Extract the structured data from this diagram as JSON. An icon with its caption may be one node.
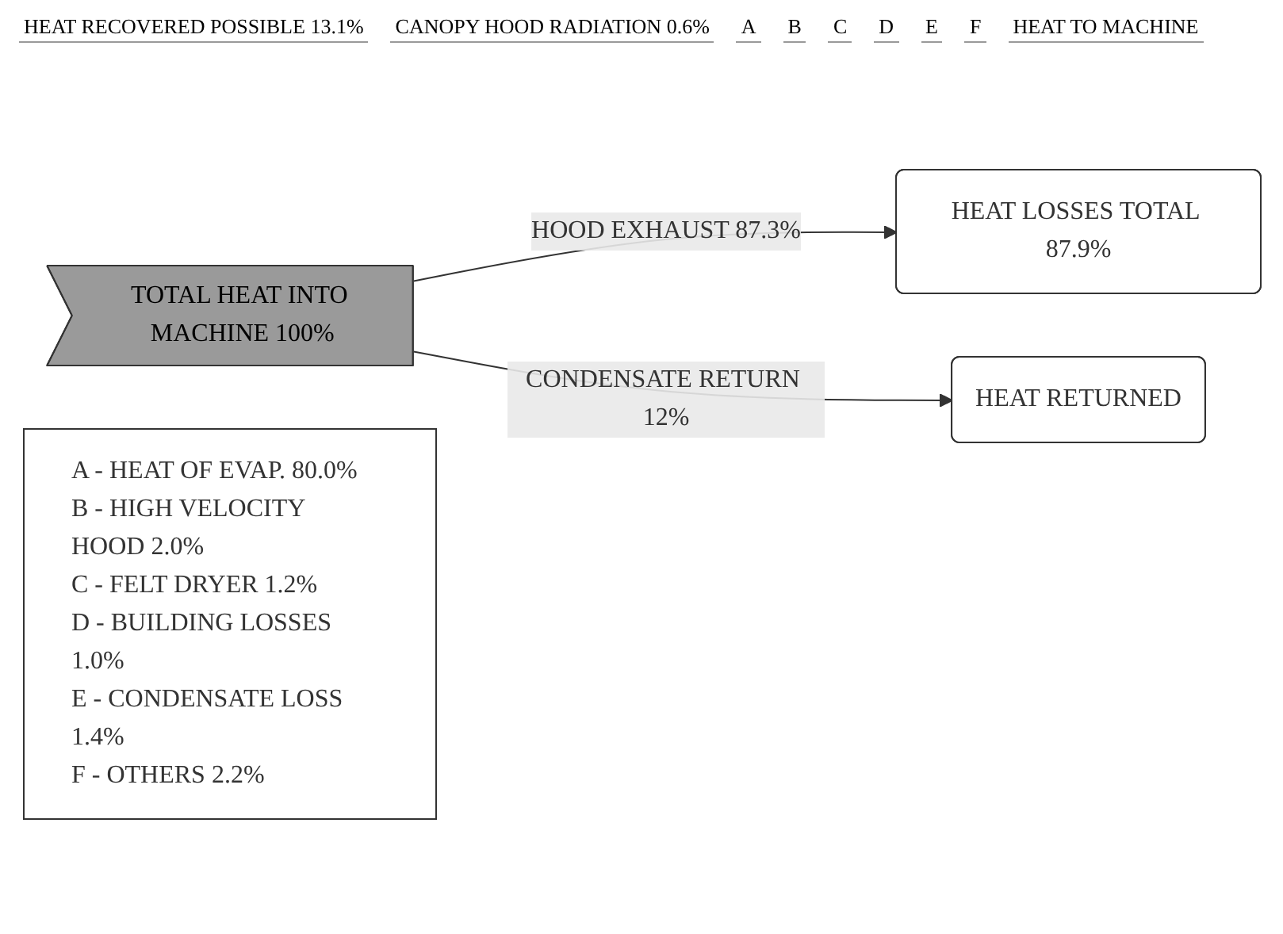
{
  "diagram": {
    "nodes": [
      {
        "text": [
          "TOTAL HEAT INTO MACHINE 100%"
        ]
      },
      {
        "text": [
          "HEAT LOSSES TOTAL 87.9%"
        ]
      },
      {
        "text": [
          "HEAT RETURNED"
        ]
      },
      {
        "text": [
          "A - HEAT OF EVAP. 80.0%",
          "B - HIGH VELOCITY HOOD 2.0%",
          "C - FELT DRYER 1.2%",
          "D - BUILDING LOSSES 1.0%",
          "E - CONDENSATE LOSS 1.4%",
          "F - OTHERS 2.2%"
        ]
      }
    ],
    "edges": [
      {
        "from": 0,
        "to": 1,
        "arrow": "to",
        "label": "HOOD EXHAUST 87.3%"
      },
      {
        "from": 0,
        "to": 2,
        "arrow": "to",
        "label": "CONDENSATE RETURN 12%"
      }
    ],
    "labels": [
      "HEAT RECOVERED POSSIBLE 13.1%",
      "CANOPY HOOD RADIATION 0.6%",
      "A",
      "B",
      "C",
      "D",
      "E",
      "F",
      "HEAT TO MACHINE"
    ]
  }
}
